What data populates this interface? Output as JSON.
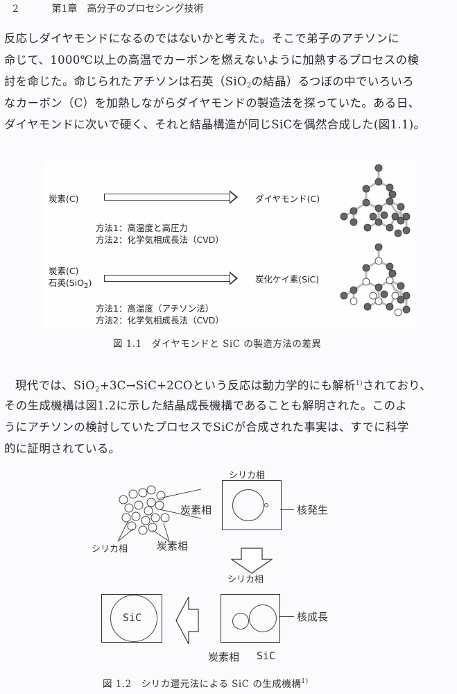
{
  "header": {
    "page_number": "2",
    "chapter_title": "第1章　高分子のプロセシング技術"
  },
  "paragraph1": {
    "lines": [
      "反応しダイヤモンドになるのではないかと考えた。そこで弟子のアチソンに",
      "命じて、1000℃以上の高温でカーボンを燃えないように加熱するプロセスの検",
      "討を命じた。命じられたアチソンは石英（SiO",
      "の結晶）るつぼの中でいろいろ",
      "なカーボン（C）を加熱しながらダイヤモンドの製造法を探っていた。ある日、",
      "ダイヤモンドに次いで硬く、それと結晶構造が同じSiCを偶然合成した(図1.1)。"
    ],
    "subscript_2": "2"
  },
  "figure1": {
    "row1": {
      "input": "炭素(C)",
      "output": "ダイヤモンド(C)",
      "method1": "方法1：高温度と高圧力",
      "method2": "方法2：化学気相成長法（CVD）"
    },
    "row2": {
      "input_line1": "炭素(C)",
      "input_line2": "石英(SiO",
      "input_sub": "2",
      "input_close": ")",
      "output": "炭化ケイ素(SiC)",
      "method1": "方法1：高温度（アチソン法）",
      "method2": "方法2：化学気相成長法（CVD）"
    },
    "caption": "図 1.1　ダイヤモンドと SiC の製造方法の差異"
  },
  "paragraph2": {
    "line1_a": "現代では、SiO",
    "line1_sub": "2",
    "line1_b": "+3C→SiC+2COという反応は動力学的にも解析",
    "line1_sup": "1)",
    "line1_c": "されており、",
    "line2": "その生成機構は図1.2に示した結晶成長機構であることも解明された。このよ",
    "line3": "うにアチソンの検討していたプロセスでSiCが合成された事実は、すでに科学",
    "line4": "的に証明されている。"
  },
  "figure2": {
    "labels": {
      "silica_phase_top": "シリカ相",
      "carbon_phase_mid": "炭素相",
      "nucleation": "核発生",
      "silica_phase_left": "シリカ相",
      "carbon_phase_left": "炭素相",
      "silica_phase_bottom": "シリカ相",
      "nucleus_growth": "核成長",
      "carbon_phase_bottom": "炭素相",
      "sic_bottom": "SiC",
      "sic_big": "SiC"
    },
    "caption": "図 1.2　シリカ還元法による SiC の生成機構",
    "caption_sup": "1)"
  }
}
